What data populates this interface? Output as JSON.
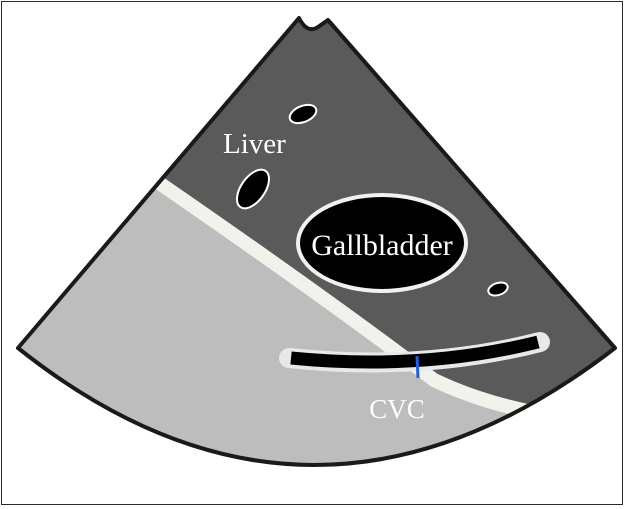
{
  "labels": {
    "liver": "Liver",
    "gallbladder": "Gallbladder",
    "cvc": "CVC"
  },
  "colors": {
    "liver_tissue": "#5a5a5a",
    "lower_tissue": "#bdbdbd",
    "fascia_band": "#f2f2ec",
    "vessels": "#000000",
    "outline": "#1a1a1a",
    "catheter_marker": "#1f5fe0",
    "label_text": "#ffffff"
  }
}
